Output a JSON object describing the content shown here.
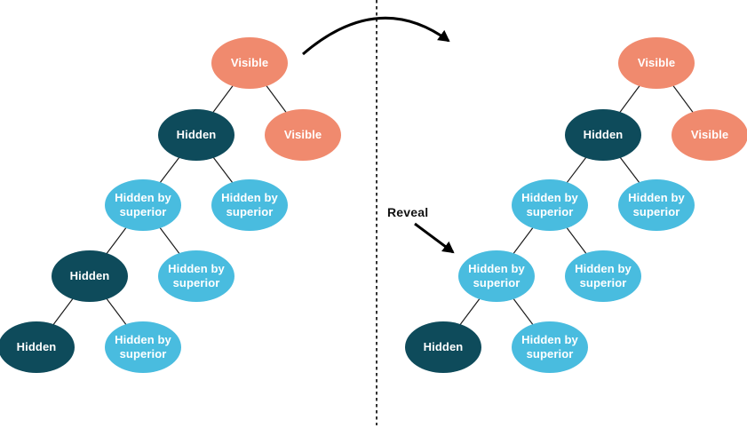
{
  "colors": {
    "background": "#ffffff",
    "visible": "#F08A6E",
    "hidden": "#0E4B5B",
    "hidden_by_superior": "#49BCDF",
    "edge": "#1b1b1b",
    "arrow": "#000000",
    "node_text": "#ffffff",
    "annotation_text": "#111111"
  },
  "annotations": {
    "reveal_label": "Reveal"
  },
  "left_tree": {
    "nodes": [
      {
        "id": "l1",
        "label": "Visible",
        "state": "visible"
      },
      {
        "id": "l2a",
        "label": "Hidden",
        "state": "hidden"
      },
      {
        "id": "l2b",
        "label": "Visible",
        "state": "visible"
      },
      {
        "id": "l3a",
        "label": "Hidden by superior",
        "state": "hidden_by_superior"
      },
      {
        "id": "l3b",
        "label": "Hidden by superior",
        "state": "hidden_by_superior"
      },
      {
        "id": "l4a",
        "label": "Hidden",
        "state": "hidden"
      },
      {
        "id": "l4b",
        "label": "Hidden by superior",
        "state": "hidden_by_superior"
      },
      {
        "id": "l5a",
        "label": "Hidden",
        "state": "hidden"
      },
      {
        "id": "l5b",
        "label": "Hidden by superior",
        "state": "hidden_by_superior"
      }
    ],
    "edges": [
      [
        "l1",
        "l2a"
      ],
      [
        "l1",
        "l2b"
      ],
      [
        "l2a",
        "l3a"
      ],
      [
        "l2a",
        "l3b"
      ],
      [
        "l3a",
        "l4a"
      ],
      [
        "l3a",
        "l4b"
      ],
      [
        "l4a",
        "l5a"
      ],
      [
        "l4a",
        "l5b"
      ]
    ]
  },
  "right_tree": {
    "nodes": [
      {
        "id": "r1",
        "label": "Visible",
        "state": "visible"
      },
      {
        "id": "r2a",
        "label": "Hidden",
        "state": "hidden"
      },
      {
        "id": "r2b",
        "label": "Visible",
        "state": "visible"
      },
      {
        "id": "r3a",
        "label": "Hidden by superior",
        "state": "hidden_by_superior"
      },
      {
        "id": "r3b",
        "label": "Hidden by superior",
        "state": "hidden_by_superior"
      },
      {
        "id": "r4a",
        "label": "Hidden by superior",
        "state": "hidden_by_superior"
      },
      {
        "id": "r4b",
        "label": "Hidden by superior",
        "state": "hidden_by_superior"
      },
      {
        "id": "r5a",
        "label": "Hidden",
        "state": "hidden"
      },
      {
        "id": "r5b",
        "label": "Hidden by superior",
        "state": "hidden_by_superior"
      }
    ],
    "edges": [
      [
        "r1",
        "r2a"
      ],
      [
        "r1",
        "r2b"
      ],
      [
        "r2a",
        "r3a"
      ],
      [
        "r2a",
        "r3b"
      ],
      [
        "r3a",
        "r4a"
      ],
      [
        "r3a",
        "r4b"
      ],
      [
        "r4a",
        "r5a"
      ],
      [
        "r4a",
        "r5b"
      ]
    ]
  }
}
